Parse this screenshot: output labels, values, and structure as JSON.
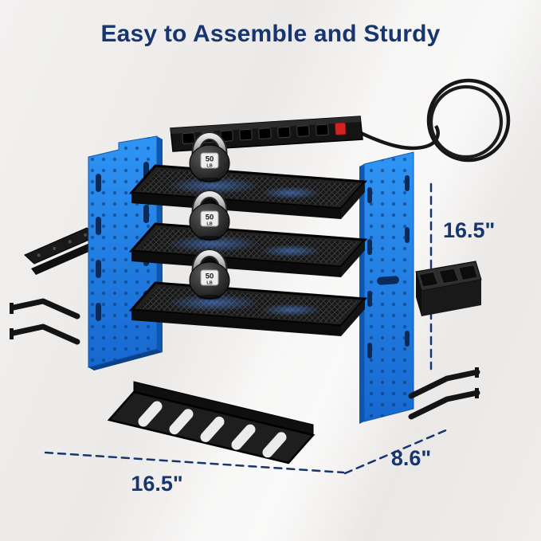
{
  "headline": "Easy to Assemble and Sturdy",
  "kettlebell_badge": {
    "weight": "50",
    "unit": "LB"
  },
  "dimensions": {
    "height": "16.5\"",
    "width": "16.5\"",
    "depth": "8.6\""
  },
  "colors": {
    "headline": "#17356f",
    "dimension_lines": "#17356f",
    "pegboard_blue": "#1f86ea",
    "metal_black": "#1a1a1a",
    "power_switch_red": "#d32222"
  }
}
